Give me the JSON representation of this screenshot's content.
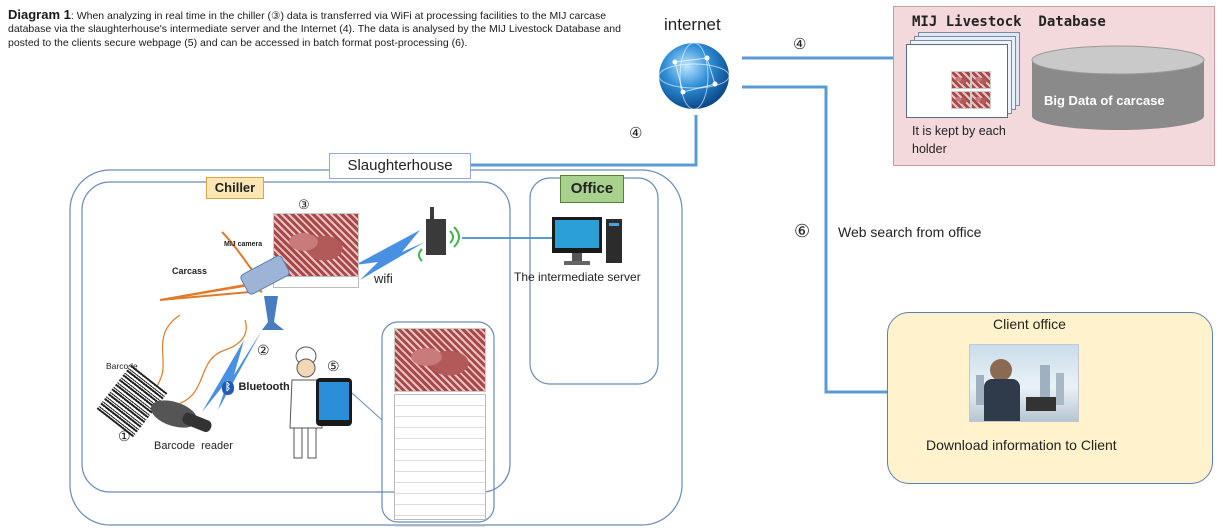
{
  "caption": {
    "title": "Diagram 1",
    "text": ": When analyzing in real time in the chiller (③) data is transferred via WiFi at processing facilities to the MIJ carcase database via the slaughterhouse's intermediate server and the Internet (4). The data is analysed by the MIJ Livestock Database and posted to the clients secure webpage (5) and can be accessed in batch format post-processing (6)."
  },
  "internet_label": "internet",
  "markers": {
    "m4_top": "④",
    "m4_left": "④",
    "m6": "⑥",
    "m3": "③",
    "m2": "②",
    "m5": "⑤",
    "m1": "①"
  },
  "database": {
    "title": "MIJ Livestock  Database",
    "cylinder_label": "Big Data of carcase",
    "note": "It is kept by each holder"
  },
  "web_search": "Web search from office",
  "slaughterhouse": "Slaughterhouse",
  "chiller": "Chiller",
  "office": "Office",
  "server_label": "The intermediate  server",
  "wifi": "wifi",
  "mij_camera": "MIJ camera",
  "carcass": "Carcass",
  "barcode": "Barcode",
  "barcode_reader": "Barcode  reader",
  "bluetooth": "Bluetooth",
  "client": {
    "title": "Client office",
    "download": "Download information to Client"
  },
  "colors": {
    "line_blue": "#5b9bd5",
    "box_border": "#6b8ab5",
    "chiller_fill": "#fce7b3",
    "office_fill": "#a9d18e",
    "db_fill": "#f3d8dc",
    "client_fill": "#fff2cc"
  }
}
